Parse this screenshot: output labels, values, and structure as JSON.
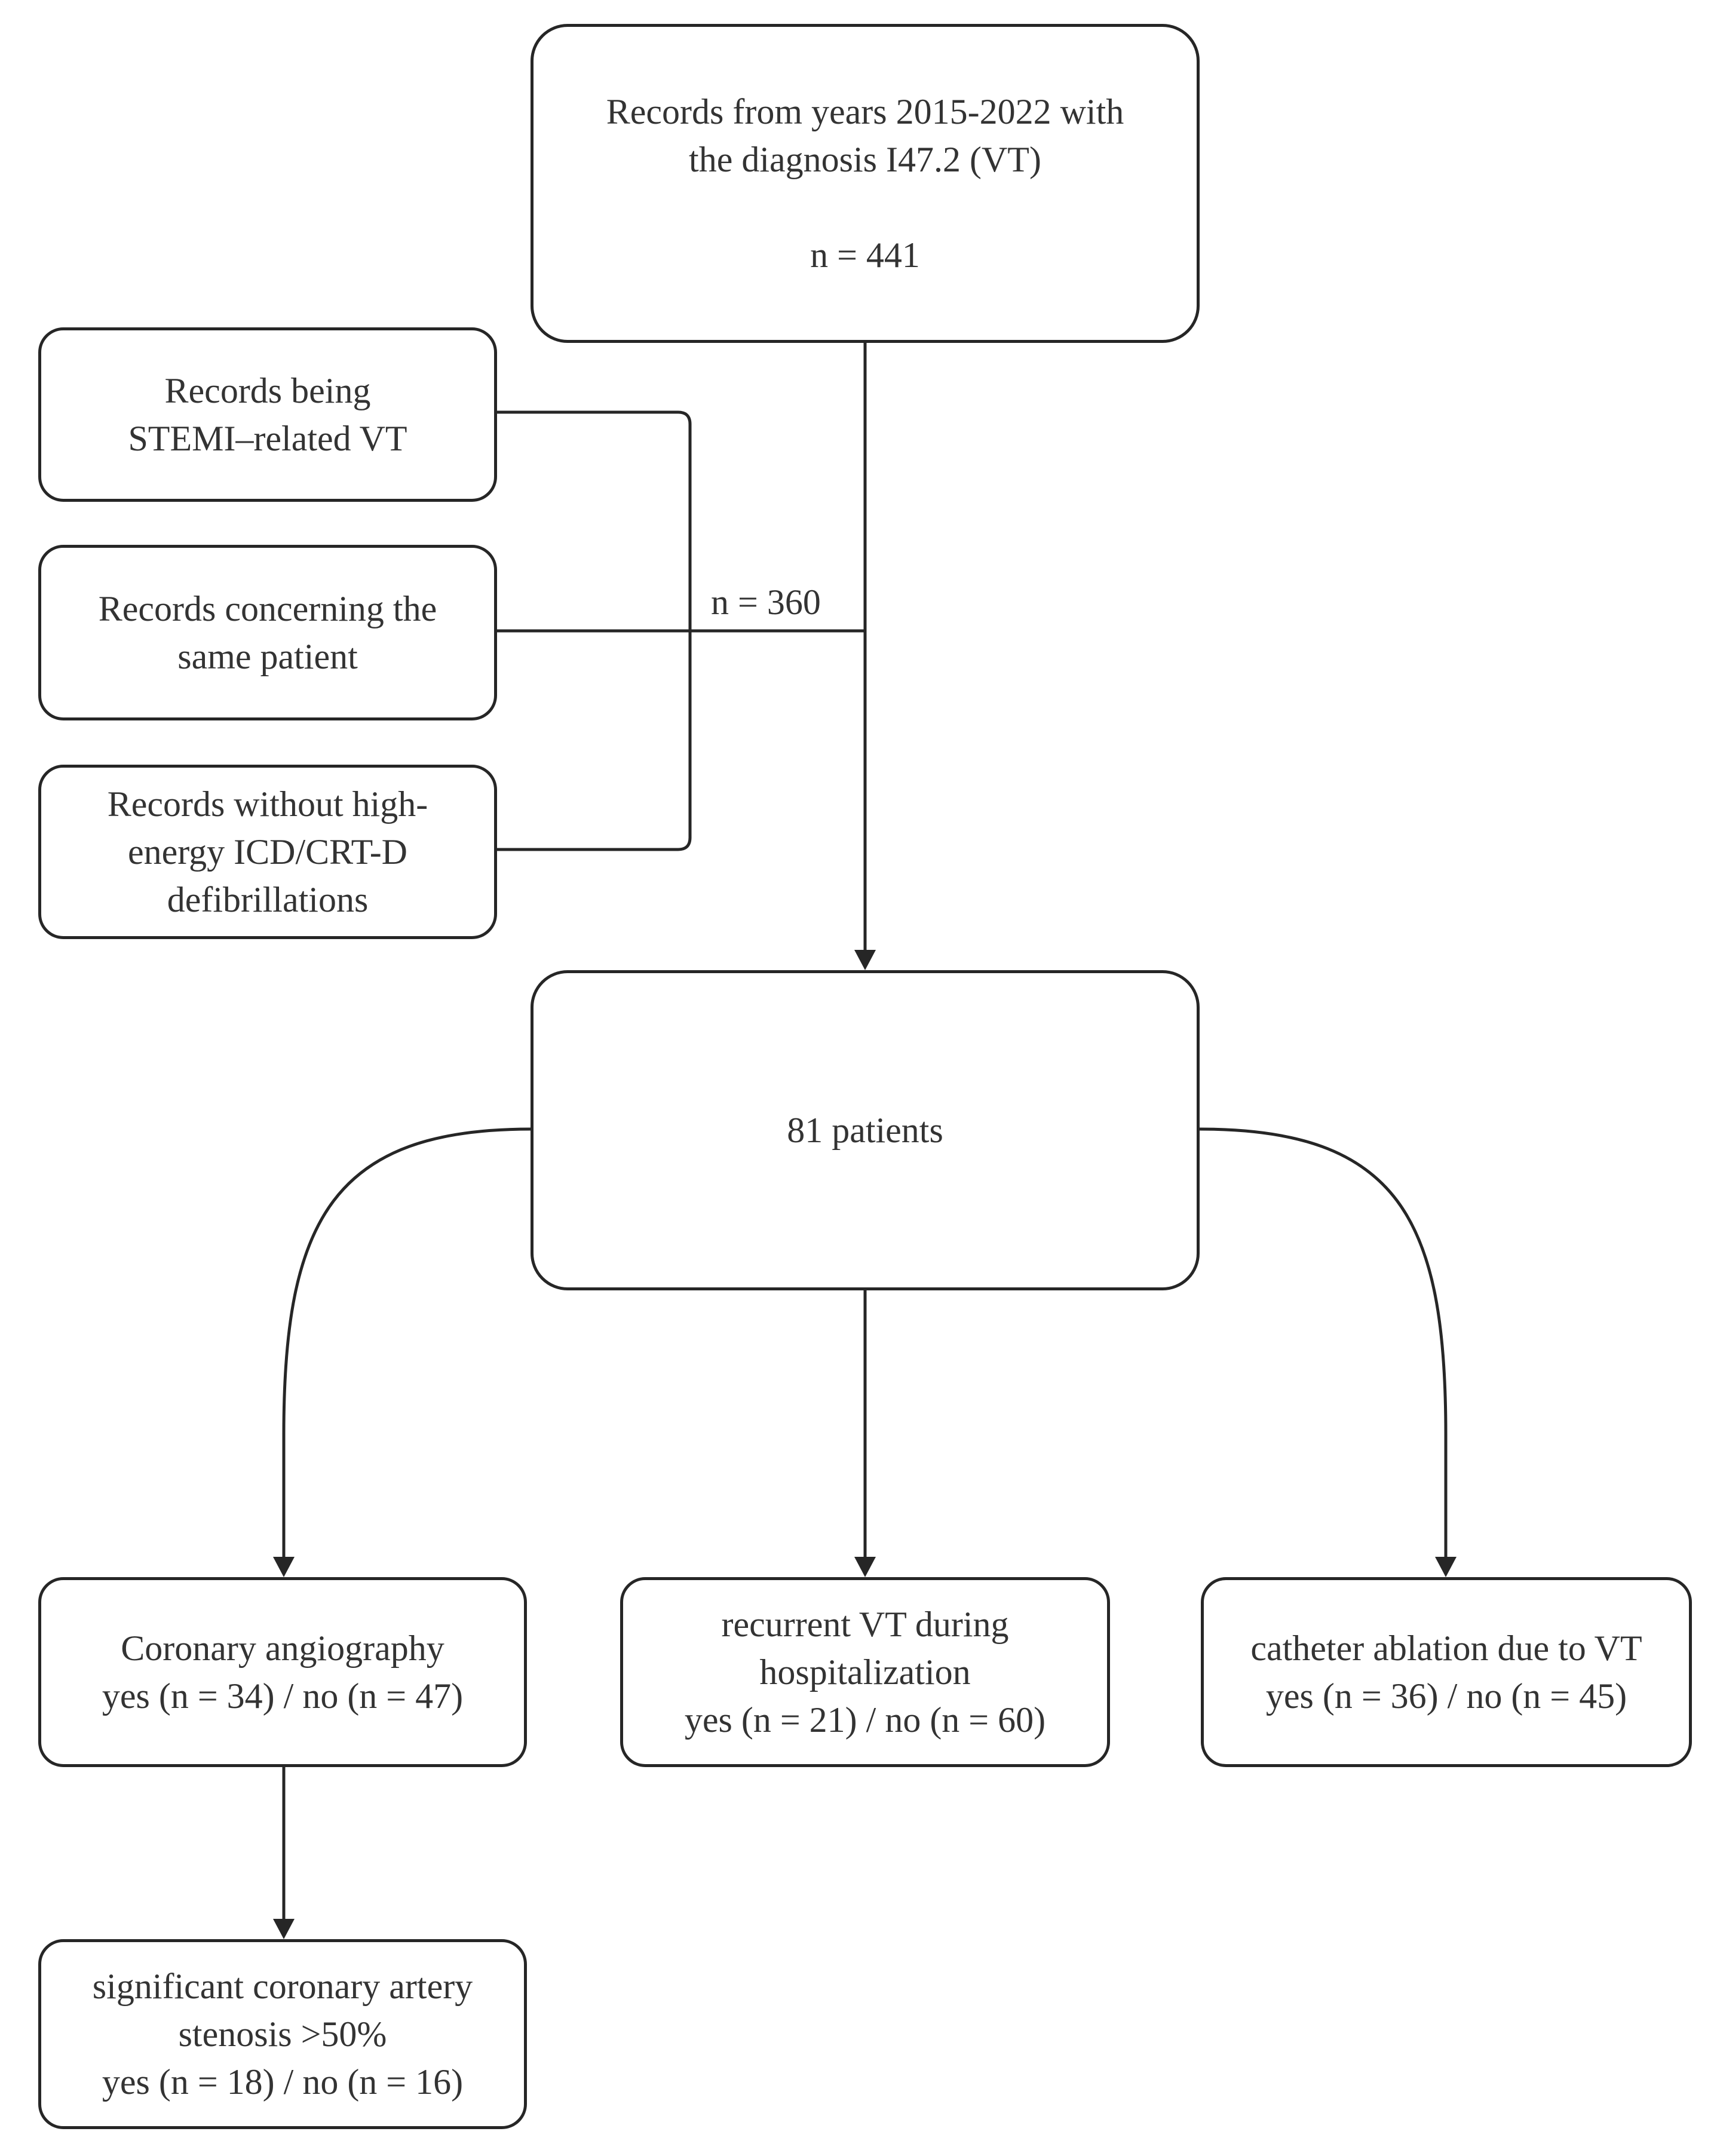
{
  "nodes": {
    "records": {
      "line1": "Records from years 2015-2022 with",
      "line2": "the diagnosis I47.2 (VT)",
      "count": "n = 441"
    },
    "excl_stemi": {
      "line1": "Records being",
      "line2": "STEMI–related VT"
    },
    "excl_same_patient": {
      "line1": "Records concerning the",
      "line2": "same patient"
    },
    "excl_no_icd": {
      "line1": "Records without high-",
      "line2": "energy ICD/CRT-D",
      "line3": "defibrillations"
    },
    "patients": {
      "label": "81 patients"
    },
    "coronary": {
      "line1": "Coronary angiography",
      "line2": "yes (n = 34) / no (n = 47)"
    },
    "recurrent": {
      "line1": "recurrent VT during",
      "line2": "hospitalization",
      "line3": "yes (n = 21) / no (n = 60)"
    },
    "ablation": {
      "line1": "catheter ablation due to VT",
      "line2": "yes (n = 36) / no (n = 45)"
    },
    "stenosis": {
      "line1": "significant coronary artery",
      "line2": "stenosis >50%",
      "line3": "yes (n = 18) / no (n = 16)"
    }
  },
  "edges": {
    "excluded_label": "n = 360"
  },
  "colors": {
    "stroke": "#262626",
    "text": "#333333",
    "background": "#ffffff"
  }
}
